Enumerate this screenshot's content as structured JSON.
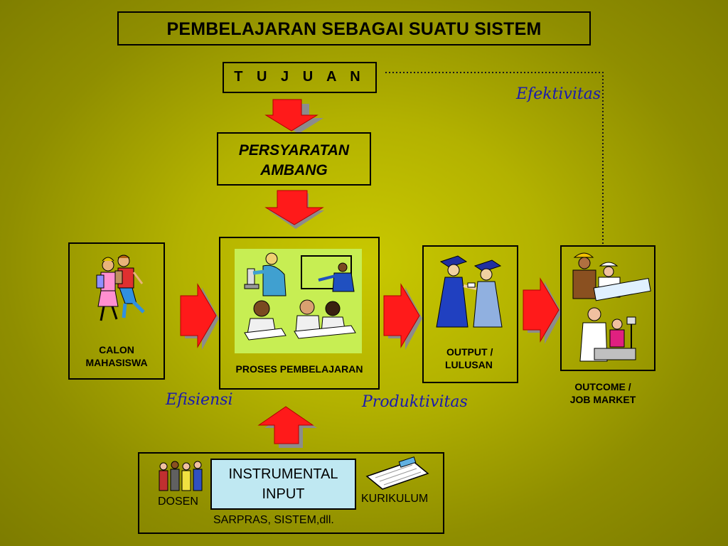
{
  "title": "PEMBELAJARAN SEBAGAI SUATU SISTEM",
  "tujuan": "T U J U A N",
  "persyaratan": {
    "line1": "PERSYARATAN",
    "line2": "AMBANG"
  },
  "calon": {
    "line1": "CALON",
    "line2": "MAHASISWA"
  },
  "proses": "PROSES PEMBELAJARAN",
  "output": {
    "line1": "OUTPUT /",
    "line2": "LULUSAN"
  },
  "outcome": {
    "line1": "OUTCOME /",
    "line2": "JOB MARKET"
  },
  "efektivitas": "Efektivitas",
  "efisiensi": "Efisiensi",
  "produktivitas": "Produktivitas",
  "instrumental": {
    "line1": "INSTRUMENTAL",
    "line2": "INPUT"
  },
  "dosen": "DOSEN",
  "kurikulum": "KURIKULUM",
  "sarpras": "SARPRAS, SISTEM,dll.",
  "colors": {
    "arrow": "#ff1a1a",
    "arrow_shadow": "#8c8c8c",
    "accent_text": "#1a1ab0",
    "instr_fill": "#bfe8f2",
    "panel": "#c7ee53"
  }
}
